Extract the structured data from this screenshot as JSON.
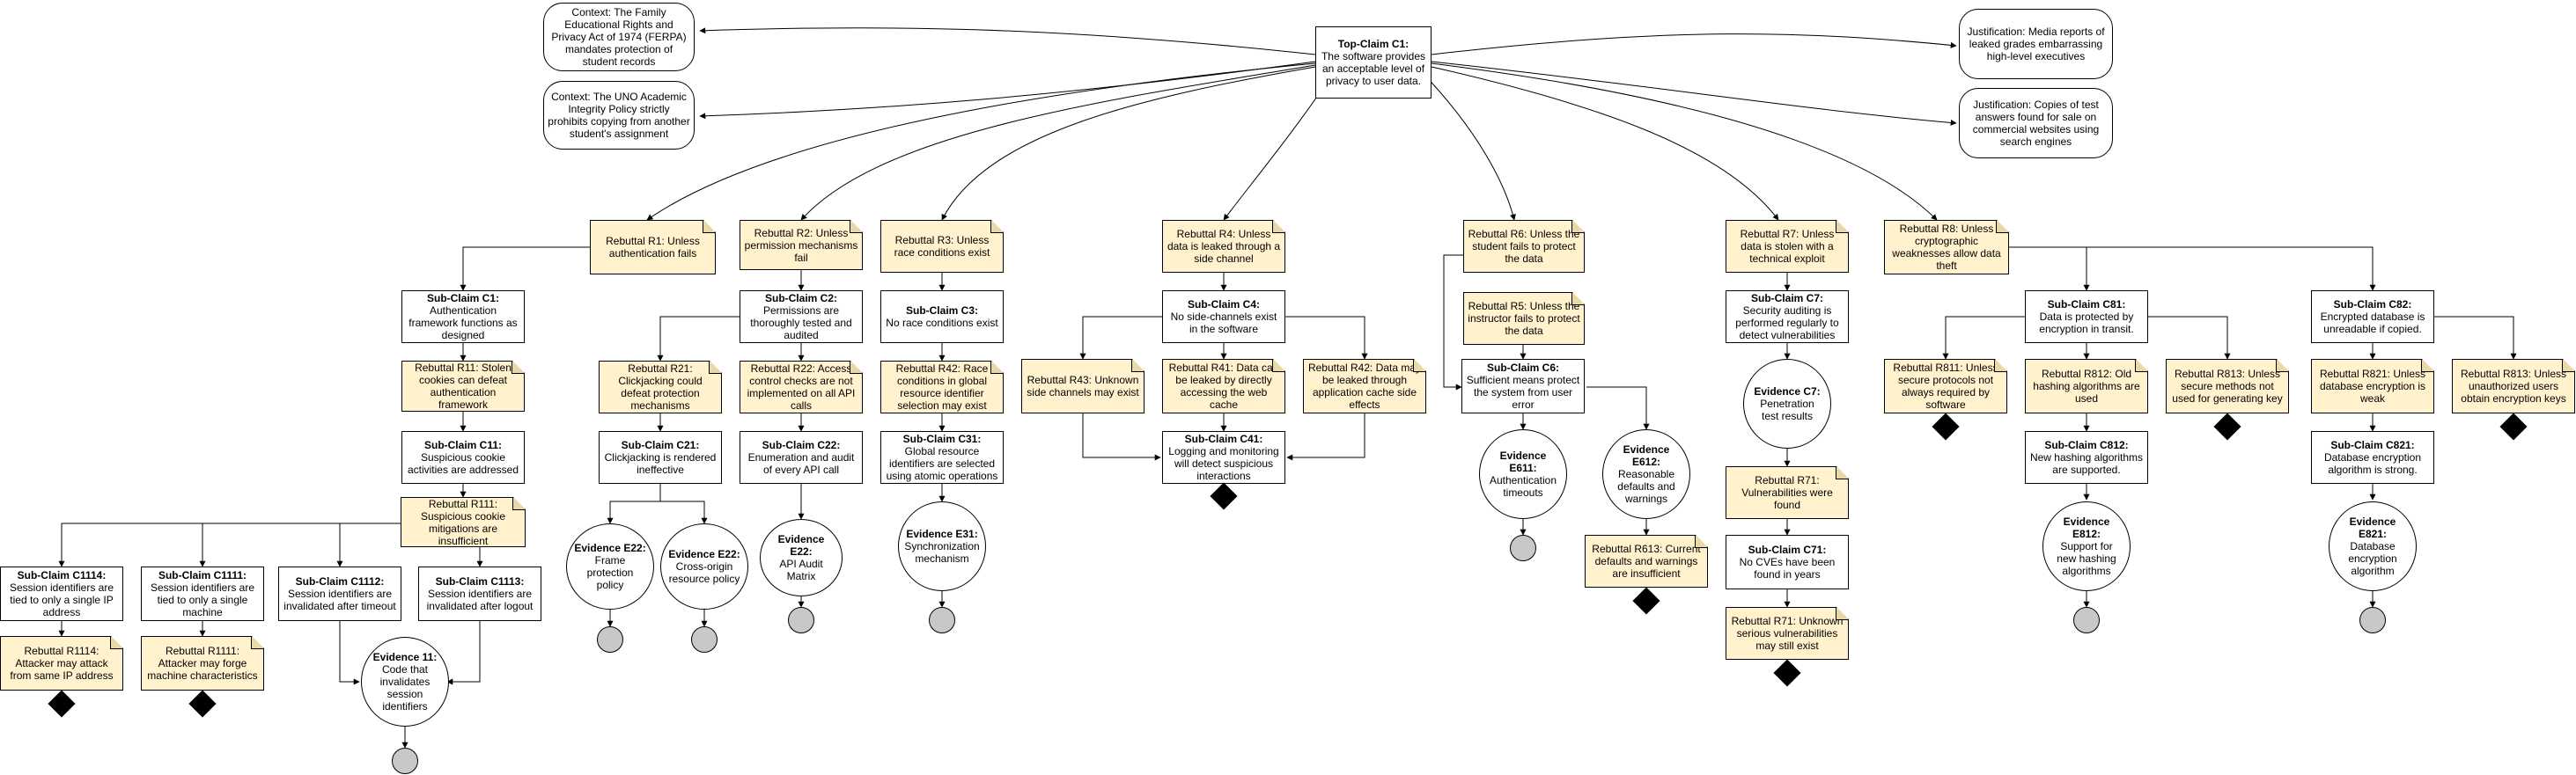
{
  "nodes": {
    "ctx_ferpa": {
      "text": "Context: The Family Educational Rights and Privacy Act of 1974 (FERPA) mandates protection of student records"
    },
    "ctx_uno": {
      "text": "Context: The UNO Academic Integrity Policy strictly prohibits copying from another student's assignment"
    },
    "top": {
      "title": "Top-Claim C1:",
      "text": "The software provides an acceptable level of privacy to user data."
    },
    "just_media": {
      "text": "Justification: Media reports of leaked grades embarrassing high-level executives"
    },
    "just_copies": {
      "text": "Justification: Copies of test answers found for sale on commercial websites using search engines"
    },
    "r1": {
      "text": "Rebuttal R1: Unless authentication fails"
    },
    "r2": {
      "text": "Rebuttal R2: Unless permission mechanisms fail"
    },
    "r3": {
      "text": "Rebuttal R3: Unless race conditions exist"
    },
    "r4": {
      "text": "Rebuttal R4: Unless data is leaked through a side channel"
    },
    "r6": {
      "text": "Rebuttal R6: Unless the student fails to protect the data"
    },
    "r5": {
      "text": "Rebuttal R5: Unless the instructor fails to protect the data"
    },
    "r7": {
      "text": "Rebuttal R7: Unless data is stolen with a technical exploit"
    },
    "r8": {
      "text": "Rebuttal R8: Unless cryptographic weaknesses allow data theft"
    },
    "c1": {
      "title": "Sub-Claim C1:",
      "text": "Authentication framework functions as designed"
    },
    "r11": {
      "text": "Rebuttal R11: Stolen cookies can defeat authentication framework"
    },
    "c11": {
      "title": "Sub-Claim C11:",
      "text": "Suspicious cookie activities are addressed"
    },
    "r111": {
      "text": "Rebuttal R111: Suspicious cookie mitigations are insufficient"
    },
    "c1114": {
      "title": "Sub-Claim C1114:",
      "text": "Session identifiers are tied to only a single IP address"
    },
    "c1111": {
      "title": "Sub-Claim C1111:",
      "text": "Session identifiers are tied to only a single machine"
    },
    "c1112": {
      "title": "Sub-Claim C1112:",
      "text": "Session identifiers are invalidated after timeout"
    },
    "c1113": {
      "title": "Sub-Claim C1113:",
      "text": "Session identifiers are invalidated after logout"
    },
    "r1114": {
      "text": "Rebuttal R1114: Attacker may attack from same IP address"
    },
    "r1111": {
      "text": "Rebuttal R1111: Attacker may forge machine characteristics"
    },
    "e11": {
      "title": "Evidence 11:",
      "text": "Code that invalidates session identifiers"
    },
    "c2": {
      "title": "Sub-Claim C2:",
      "text": "Permissions are thoroughly tested and audited"
    },
    "r21": {
      "text": "Rebuttal R21: Clickjacking could defeat protection mechanisms"
    },
    "r22": {
      "text": "Rebuttal R22: Access control checks are not implemented on all API calls"
    },
    "c21": {
      "title": "Sub-Claim C21:",
      "text": "Clickjacking is rendered ineffective"
    },
    "c22": {
      "title": "Sub-Claim C22:",
      "text": "Enumeration and audit of every API call"
    },
    "e22a": {
      "title": "Evidence E22:",
      "text": "Frame protection policy"
    },
    "e22b": {
      "title": "Evidence E22:",
      "text": "Cross-origin resource policy"
    },
    "e22c": {
      "title": "Evidence E22:",
      "text": "API Audit Matrix"
    },
    "c3": {
      "title": "Sub-Claim C3:",
      "text": "No race conditions exist"
    },
    "r42a": {
      "text": "Rebuttal R42: Race conditions in global resource identifier selection may exist"
    },
    "c31": {
      "title": "Sub-Claim C31:",
      "text": "Global resource identifiers are selected using atomic operations"
    },
    "e31": {
      "title": "Evidence E31:",
      "text": "Synchronization mechanism"
    },
    "c4": {
      "title": "Sub-Claim C4:",
      "text": "No side-channels exist in the software"
    },
    "r43": {
      "text": "Rebuttal R43: Unknown side channels may exist"
    },
    "r41": {
      "text": "Rebuttal R41: Data can be leaked by directly accessing the web cache"
    },
    "r42b": {
      "text": "Rebuttal R42: Data may be leaked through application cache side effects"
    },
    "c41": {
      "title": "Sub-Claim C41:",
      "text": "Logging and monitoring will detect suspicious interactions"
    },
    "c6": {
      "title": "Sub-Claim C6:",
      "text": "Sufficient means protect the system from user error"
    },
    "e611": {
      "title": "Evidence E611:",
      "text": "Authentication timeouts"
    },
    "e612": {
      "title": "Evidence E612:",
      "text": "Reasonable defaults and warnings"
    },
    "r613": {
      "text": "Rebuttal R613: Current defaults and warnings are insufficient"
    },
    "c7": {
      "title": "Sub-Claim C7:",
      "text": "Security auditing is performed regularly to detect vulnerabilities"
    },
    "ec7": {
      "title": "Evidence C7:",
      "text": "Penetration test results"
    },
    "r71a": {
      "text": "Rebuttal R71: Vulnerabilities were found"
    },
    "c71": {
      "title": "Sub-Claim C71:",
      "text": "No CVEs have been found in years"
    },
    "r71b": {
      "text": "Rebuttal R71: Unknown serious vulnerabilities may still exist"
    },
    "c81": {
      "title": "Sub-Claim C81:",
      "text": "Data is protected by encryption in transit."
    },
    "c82": {
      "title": "Sub-Claim C82:",
      "text": "Encrypted database is unreadable if copied."
    },
    "r811": {
      "text": "Rebuttal R811: Unless secure protocols not always required by software"
    },
    "r812": {
      "text": "Rebuttal R812: Old hashing algorithms are used"
    },
    "r813a": {
      "text": "Rebuttal R813: Unless secure methods not used for generating key"
    },
    "c812": {
      "title": "Sub-Claim C812:",
      "text": "New hashing algorithms are supported."
    },
    "e812": {
      "title": "Evidence E812:",
      "text": "Support for new hashing algorithms"
    },
    "r821": {
      "text": "Rebuttal R821: Unless database encryption is weak"
    },
    "r813b": {
      "text": "Rebuttal R813: Unless unauthorized users obtain encryption keys"
    },
    "c821": {
      "title": "Sub-Claim C821:",
      "text": "Database encryption algorithm is strong."
    },
    "e821": {
      "title": "Evidence E821:",
      "text": "Database encryption algorithm"
    }
  },
  "colors": {
    "note_fill": "#fff2cc",
    "note_fold": "#e9d9a8",
    "leaf_circle": "#c8c8c8",
    "stroke": "#000000"
  }
}
